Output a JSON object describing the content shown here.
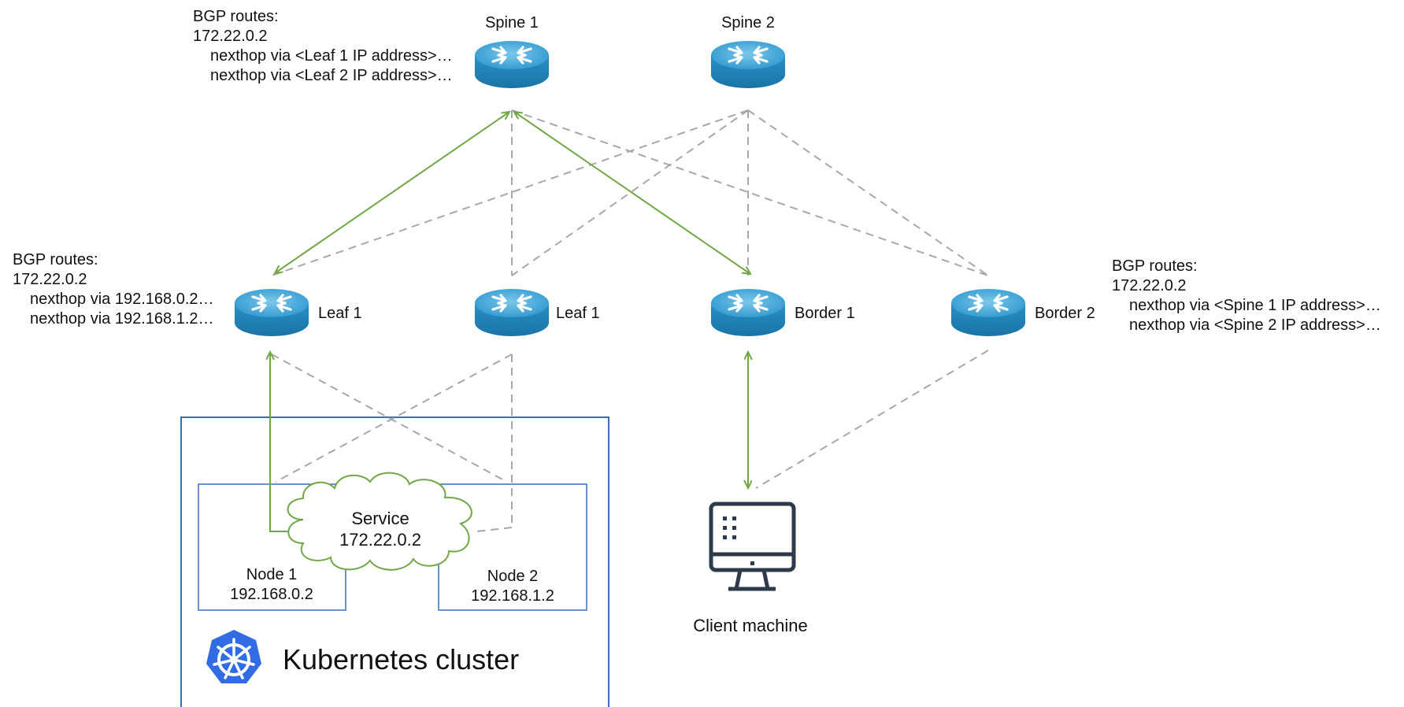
{
  "devices": {
    "spine1": "Spine 1",
    "spine2": "Spine 2",
    "leaf_a": "Leaf 1",
    "leaf_b": "Leaf 1",
    "border1": "Border 1",
    "border2": "Border 2",
    "client": "Client machine"
  },
  "bgp_spine": {
    "title": "BGP routes:",
    "prefix": "172.22.0.2",
    "nexthops": [
      "nexthop via <Leaf 1 IP address>…",
      "nexthop via <Leaf 2 IP address>…"
    ]
  },
  "bgp_leaf": {
    "title": "BGP routes:",
    "prefix": "172.22.0.2",
    "nexthops": [
      "nexthop via 192.168.0.2…",
      "nexthop via 192.168.1.2…"
    ]
  },
  "bgp_border": {
    "title": "BGP routes:",
    "prefix": "172.22.0.2",
    "nexthops": [
      "nexthop via <Spine 1 IP address>…",
      "nexthop via <Spine 2 IP address>…"
    ]
  },
  "service": {
    "name": "Service",
    "ip": "172.22.0.2"
  },
  "node1": {
    "name": "Node 1",
    "ip": "192.168.0.2"
  },
  "node2": {
    "name": "Node 2",
    "ip": "192.168.1.2"
  },
  "cluster": {
    "title": "Kubernetes cluster"
  },
  "colors": {
    "active_link": "#71a746",
    "inactive_link": "#a8a8a8",
    "router_top": "#48a7d6",
    "router_side": "#1d82b6",
    "cluster_border": "#3b6fb6",
    "k8s_logo": "#326ce5",
    "monitor": "#2c3a4a"
  },
  "icons": [
    "router-icon",
    "monitor-icon",
    "kubernetes-logo-icon",
    "cloud-icon"
  ]
}
